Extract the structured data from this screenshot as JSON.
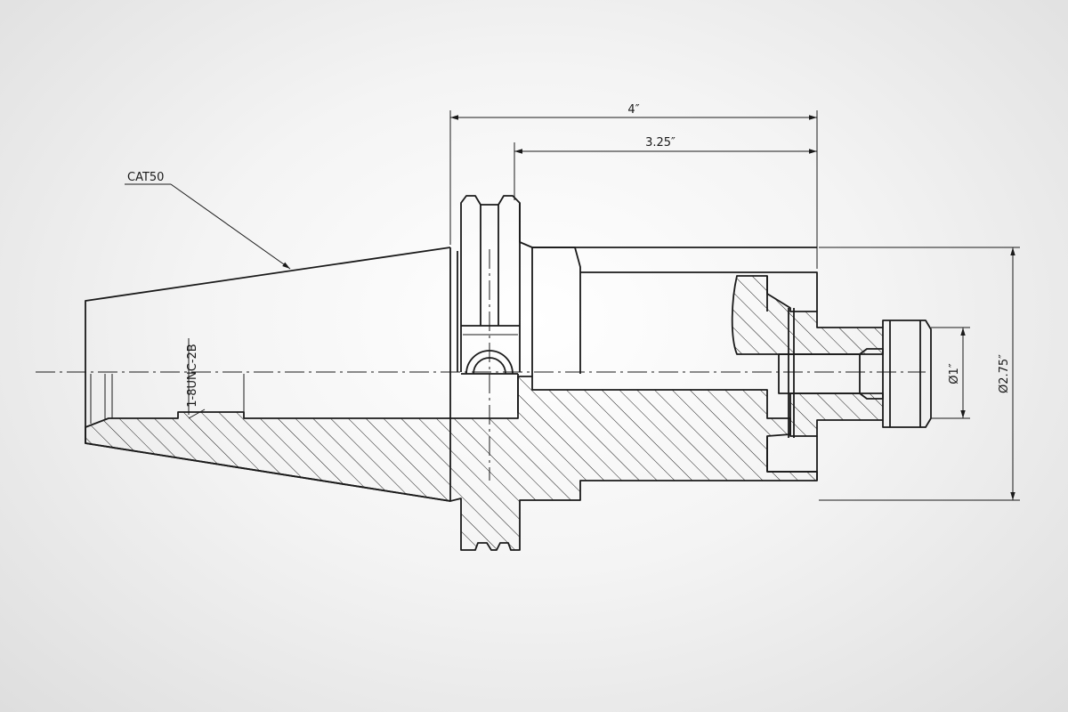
{
  "labels": {
    "taper_callout": "CAT50",
    "thread_callout": "1-8UNC-2B",
    "dim_overall_length": "4″",
    "dim_gauge_length": "3.25″",
    "dim_bore_diameter": "Ø1″",
    "dim_body_diameter": "Ø2.75″"
  },
  "colors": {
    "line": "#1a1a1a",
    "background": "#f2f2f2"
  }
}
